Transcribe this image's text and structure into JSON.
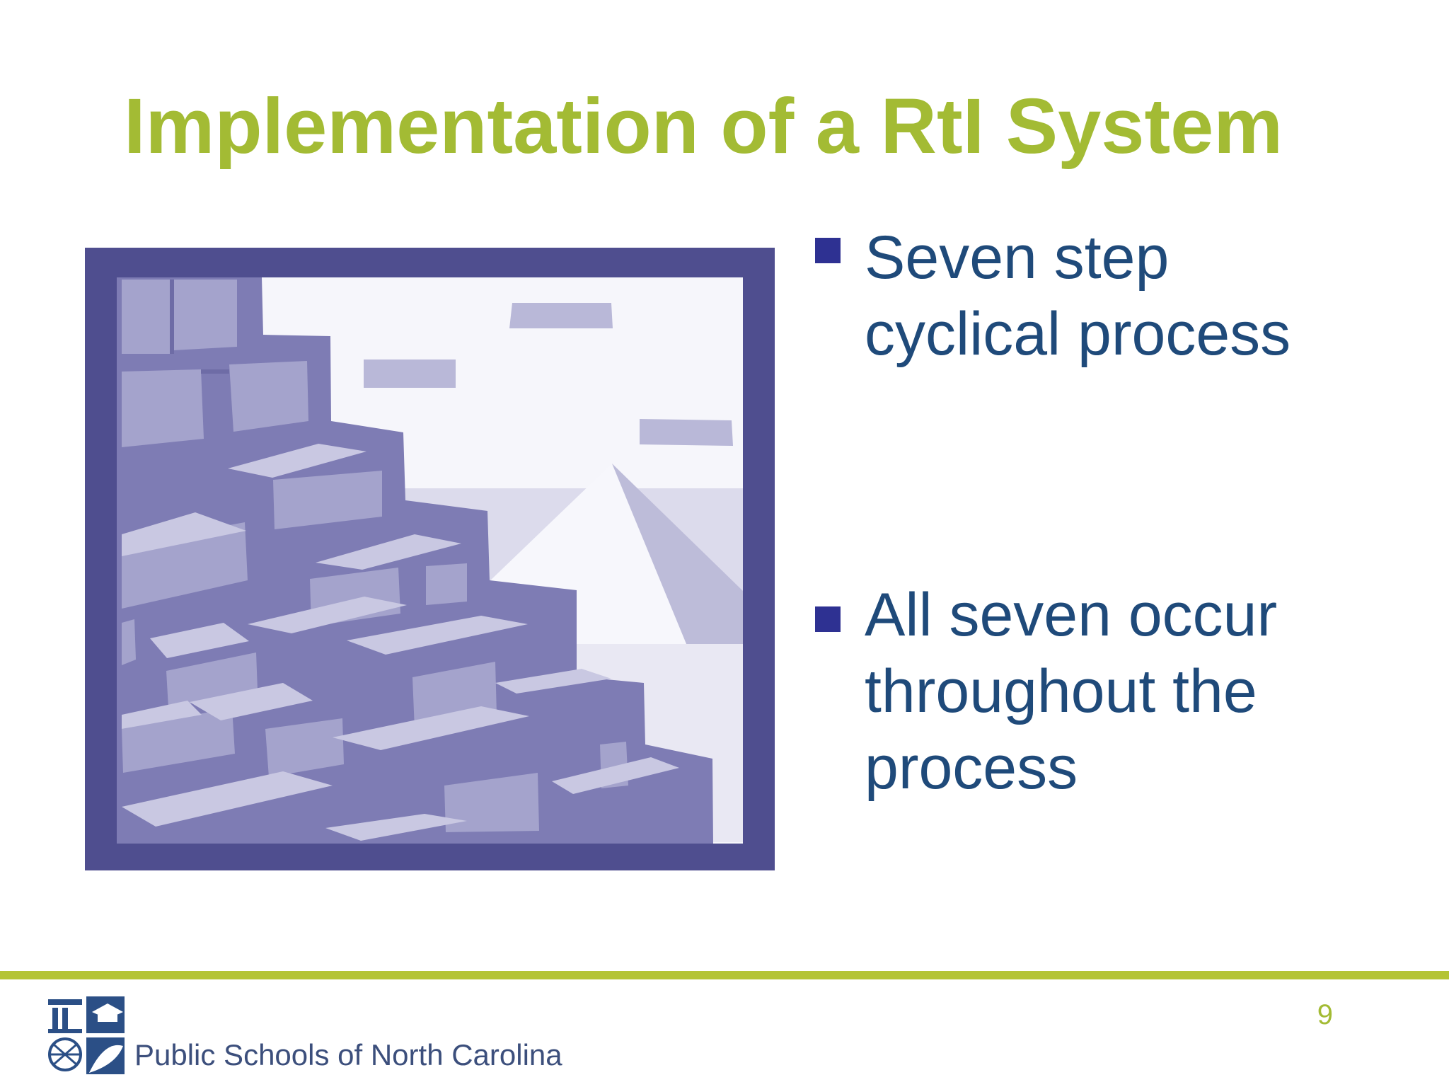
{
  "slide": {
    "title": "Implementation of a RtI System",
    "bullets": [
      {
        "text": "Seven step cyclical process"
      },
      {
        "text": "All seven occur throughout the process"
      }
    ],
    "page_number": "9"
  },
  "illustration": {
    "name": "stone-steps-and-pyramid-clipart",
    "frame_color": "#4f4e8f"
  },
  "footer": {
    "organization": "Public Schools of North Carolina",
    "logo": "ncdpi-logo",
    "rule_color": "#b4c434"
  },
  "colors": {
    "title": "#a3bb34",
    "body_text": "#1f4a7a",
    "bullet_marker": "#2e3192"
  }
}
